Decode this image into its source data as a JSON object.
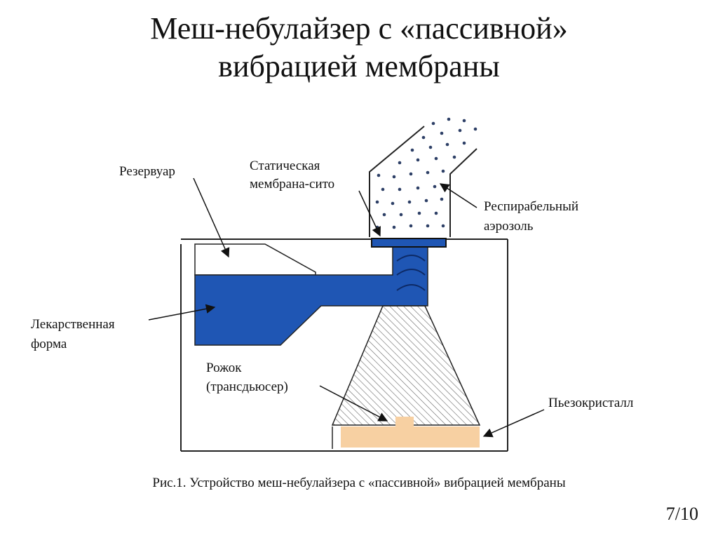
{
  "title": {
    "line1": "Меш-небулайзер с «пассивной»",
    "line2": "вибрацией мембраны"
  },
  "labels": {
    "reservoir": "Резервуар",
    "membrane_line1": "Статическая",
    "membrane_line2": "мембрана-сито",
    "aerosol_line1": "Респирабельный",
    "aerosol_line2": "аэрозоль",
    "drug_line1": "Лекарственная",
    "drug_line2": "форма",
    "horn_line1": "Рожок",
    "horn_line2": "(трансдьюсер)",
    "piezo": "Пьезокристалл"
  },
  "caption": "Рис.1. Устройство меш-небулайзера с «пассивной» вибрацией мембраны",
  "page_number": "7/10",
  "colors": {
    "liquid": "#1f56b4",
    "piezo": "#f7d0a2",
    "outline": "#222222",
    "hatch": "#666666"
  }
}
